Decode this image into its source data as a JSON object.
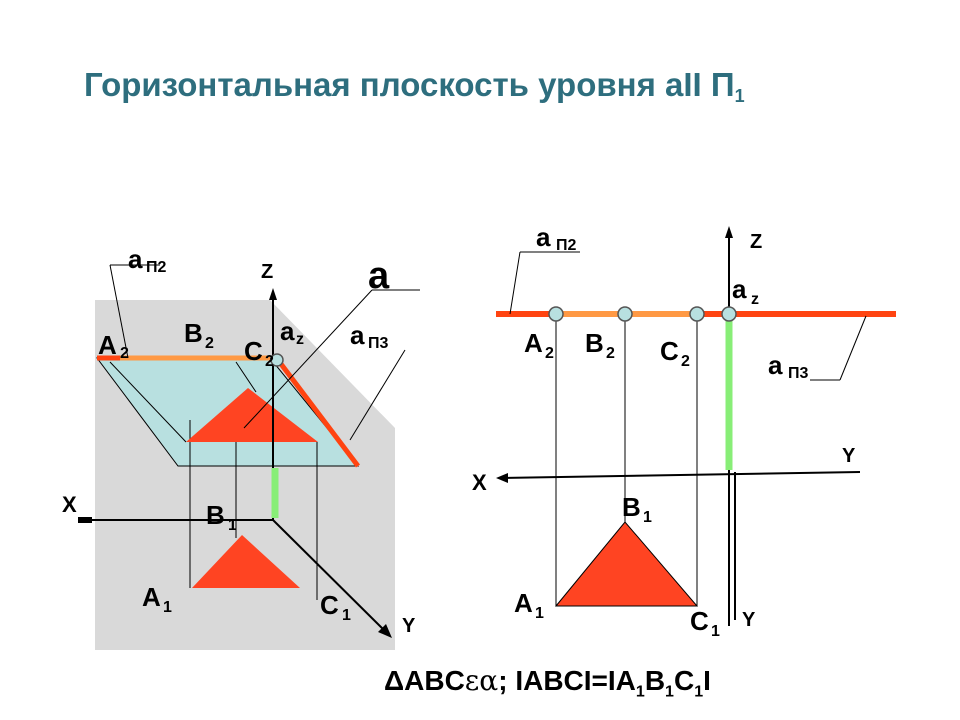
{
  "title": {
    "text": "Горизонтальная плоскость уровня ",
    "alpha": "aII",
    "pi": "П",
    "pi_sub": "1"
  },
  "left": {
    "aP2_main": "a",
    "aP2_sub": "П2",
    "Z": "Z",
    "a_big": "a",
    "az_main": "a",
    "az_sub": "z",
    "aP3_main": "a",
    "aP3_sub": "П3",
    "A2_main": "A",
    "A2_sub": "2",
    "B2_main": "B",
    "B2_sub": "2",
    "C2_main": "C",
    "C2_sub": "2",
    "X": "X",
    "B1_main": "B",
    "B1_sub": "1",
    "A1_main": "A",
    "A1_sub": "1",
    "C1_main": "C",
    "C1_sub": "1",
    "Y": "Y"
  },
  "right": {
    "aP2_main": "a",
    "aP2_sub": "П2",
    "Z": "Z",
    "az_main": "a",
    "az_sub": "z",
    "A2_main": "A",
    "A2_sub": "2",
    "B2_main": "B",
    "B2_sub": "2",
    "C2_main": "C",
    "C2_sub": "2",
    "aP3_main": "a",
    "aP3_sub": "П3",
    "X": "X",
    "Y_top": "Y",
    "B1_main": "B",
    "B1_sub": "1",
    "A1_main": "A",
    "A1_sub": "1",
    "C1_main": "C",
    "C1_sub": "1",
    "Y_bottom": "Y"
  },
  "formula": {
    "p1": "ΔABC",
    "p2": "εα",
    "p3": "; IABCI=IA",
    "s1": "1",
    "p4": "B",
    "s2": "1",
    "p5": "C",
    "s3": "1",
    "p6": "I"
  },
  "colors": {
    "title": "#2e6e7e",
    "trace": "#ff4411",
    "triangle": "#ff4422",
    "plane": "#b8e0e0",
    "projection": "#ff9944",
    "vertical": "#88ee77",
    "box": "#d9d9d9"
  }
}
